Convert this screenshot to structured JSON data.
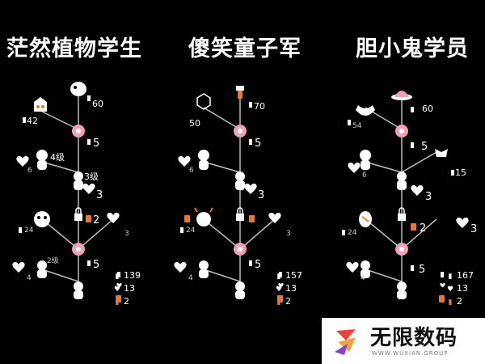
{
  "trees": [
    {
      "title": "茫然植物学生",
      "labels": {
        "a": "42",
        "b": "60",
        "c": "5",
        "d": "4级",
        "e": "6",
        "f": "3级",
        "g": "3",
        "h": "2",
        "i": "24",
        "j": "3",
        "k": "2级",
        "l": "4",
        "m": "5"
      },
      "totals": {
        "candles": "139",
        "hearts": "13",
        "tickets": "2"
      }
    },
    {
      "title": "傻笑童子军",
      "labels": {
        "a": "50",
        "b": "70",
        "c": "5",
        "e": "6",
        "g": "3",
        "i": "24",
        "j": "3",
        "l": "4",
        "m": "5"
      },
      "totals": {
        "candles": "157",
        "hearts": "13",
        "tickets": "2"
      }
    },
    {
      "title": "胆小鬼学员",
      "labels": {
        "a": "54",
        "b": "60",
        "c": "5",
        "n": "15",
        "e": "6",
        "g": "3",
        "h": "2",
        "i": "24",
        "j": "3",
        "l": "4",
        "m": "5"
      },
      "totals": {
        "candles": "167",
        "hearts": "13",
        "tickets": "2"
      }
    }
  ],
  "icons": {
    "candle": "candle-icon",
    "heart": "heart-icon",
    "ticket": "ticket-icon"
  },
  "colors": {
    "background": "#000000",
    "line": "#bbbbbb",
    "ticket": "#e07a3a",
    "emote": "#f2a0b8"
  },
  "watermark": {
    "brand": "无限数码",
    "sub": "WWW.WUXIAN.GROUP"
  }
}
